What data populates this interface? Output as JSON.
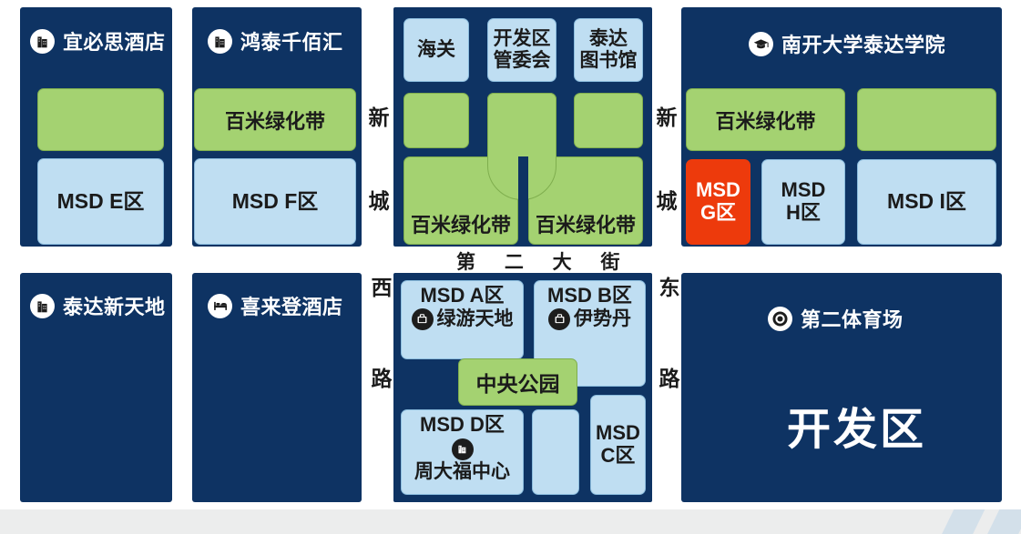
{
  "map": {
    "title_zone": "开发区",
    "streets": {
      "top_horizontal": "第 二 大 街",
      "left_upper": "新",
      "left_upper2": "城",
      "left_lower": "西",
      "left_lower2": "路",
      "right_upper": "新",
      "right_upper2": "城",
      "right_lower": "东",
      "right_lower2": "路"
    },
    "panels": {
      "ibis_hotel": {
        "name": "宜必思酒店",
        "icon": "building-icon"
      },
      "hongtai": {
        "name": "鸿泰千佰汇",
        "icon": "building-icon"
      },
      "nankai_university": {
        "name": "南开大学泰达学院",
        "icon": "graduation-cap-icon"
      },
      "teda_new_world": {
        "name": "泰达新天地",
        "icon": "building-icon"
      },
      "sheraton_hotel": {
        "name": "喜来登酒店",
        "icon": "bed-icon"
      },
      "second_stadium": {
        "name": "第二体育场",
        "icon": "stadium-icon"
      }
    },
    "green_belts": {
      "hongtai_belt": "百米绿化带",
      "nankai_belt": "百米绿化带",
      "center_belt_left": "百米绿化带",
      "center_belt_right": "百米绿化带",
      "central_park": "中央公园"
    },
    "civic_blocks": {
      "customs": "海关",
      "admin_committee": "开发区\n管委会",
      "admin_committee_line1": "开发区",
      "admin_committee_line2": "管委会",
      "teda_library_line1": "泰达",
      "teda_library_line2": "图书馆"
    },
    "msd_zones": [
      {
        "id": "E",
        "label": "MSD E区",
        "color": "blue"
      },
      {
        "id": "F",
        "label": "MSD F区",
        "color": "blue"
      },
      {
        "id": "G",
        "label_line1": "MSD",
        "label_line2": "G区",
        "color": "red"
      },
      {
        "id": "H",
        "label_line1": "MSD",
        "label_line2": "H区",
        "color": "blue"
      },
      {
        "id": "I",
        "label": "MSD I区",
        "color": "blue"
      },
      {
        "id": "A",
        "label": "MSD A区",
        "color": "blue",
        "poi": "绿游天地",
        "poi_icon": "shopping-bag-icon"
      },
      {
        "id": "B",
        "label": "MSD B区",
        "color": "blue",
        "poi": "伊势丹",
        "poi_icon": "shopping-bag-icon"
      },
      {
        "id": "C",
        "label_line1": "MSD",
        "label_line2": "C区",
        "color": "blue"
      },
      {
        "id": "D",
        "label": "MSD D区",
        "color": "blue",
        "poi": "周大福中心",
        "poi_icon": "building-icon"
      }
    ],
    "colors": {
      "navy": "#0e3363",
      "green": "#a4d271",
      "light_blue": "#bfdef2",
      "highlight_red": "#ed3a0c",
      "footer_gray": "#eceded"
    }
  }
}
